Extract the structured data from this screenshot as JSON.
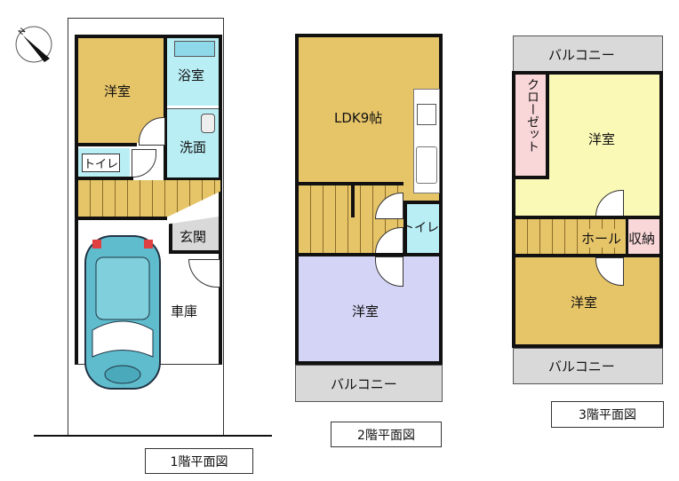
{
  "compass": {
    "north_label": "N"
  },
  "floor1": {
    "caption": "1階平面図",
    "rooms": {
      "western": "洋室",
      "bath": "浴室",
      "washroom": "洗面",
      "toilet": "トイレ",
      "entrance": "玄関",
      "garage": "車庫"
    }
  },
  "floor2": {
    "caption": "2階平面図",
    "rooms": {
      "ldk": "LDK9帖",
      "toilet": "トイレ",
      "western": "洋室",
      "balcony": "バルコニー"
    }
  },
  "floor3": {
    "caption": "3階平面図",
    "rooms": {
      "balcony_top": "バルコニー",
      "closet": "クローゼット",
      "western_top": "洋室",
      "hall": "ホール",
      "storage": "収納",
      "western_bottom": "洋室",
      "balcony_bottom": "バルコニー"
    }
  },
  "colors": {
    "tan": "#e6c468",
    "blue": "#b9eef5",
    "lavender": "#d4d4f6",
    "yellow": "#fbf9b6",
    "pink": "#f9d6d8",
    "gray": "#d9d9d9",
    "car": "#5fbccc"
  }
}
